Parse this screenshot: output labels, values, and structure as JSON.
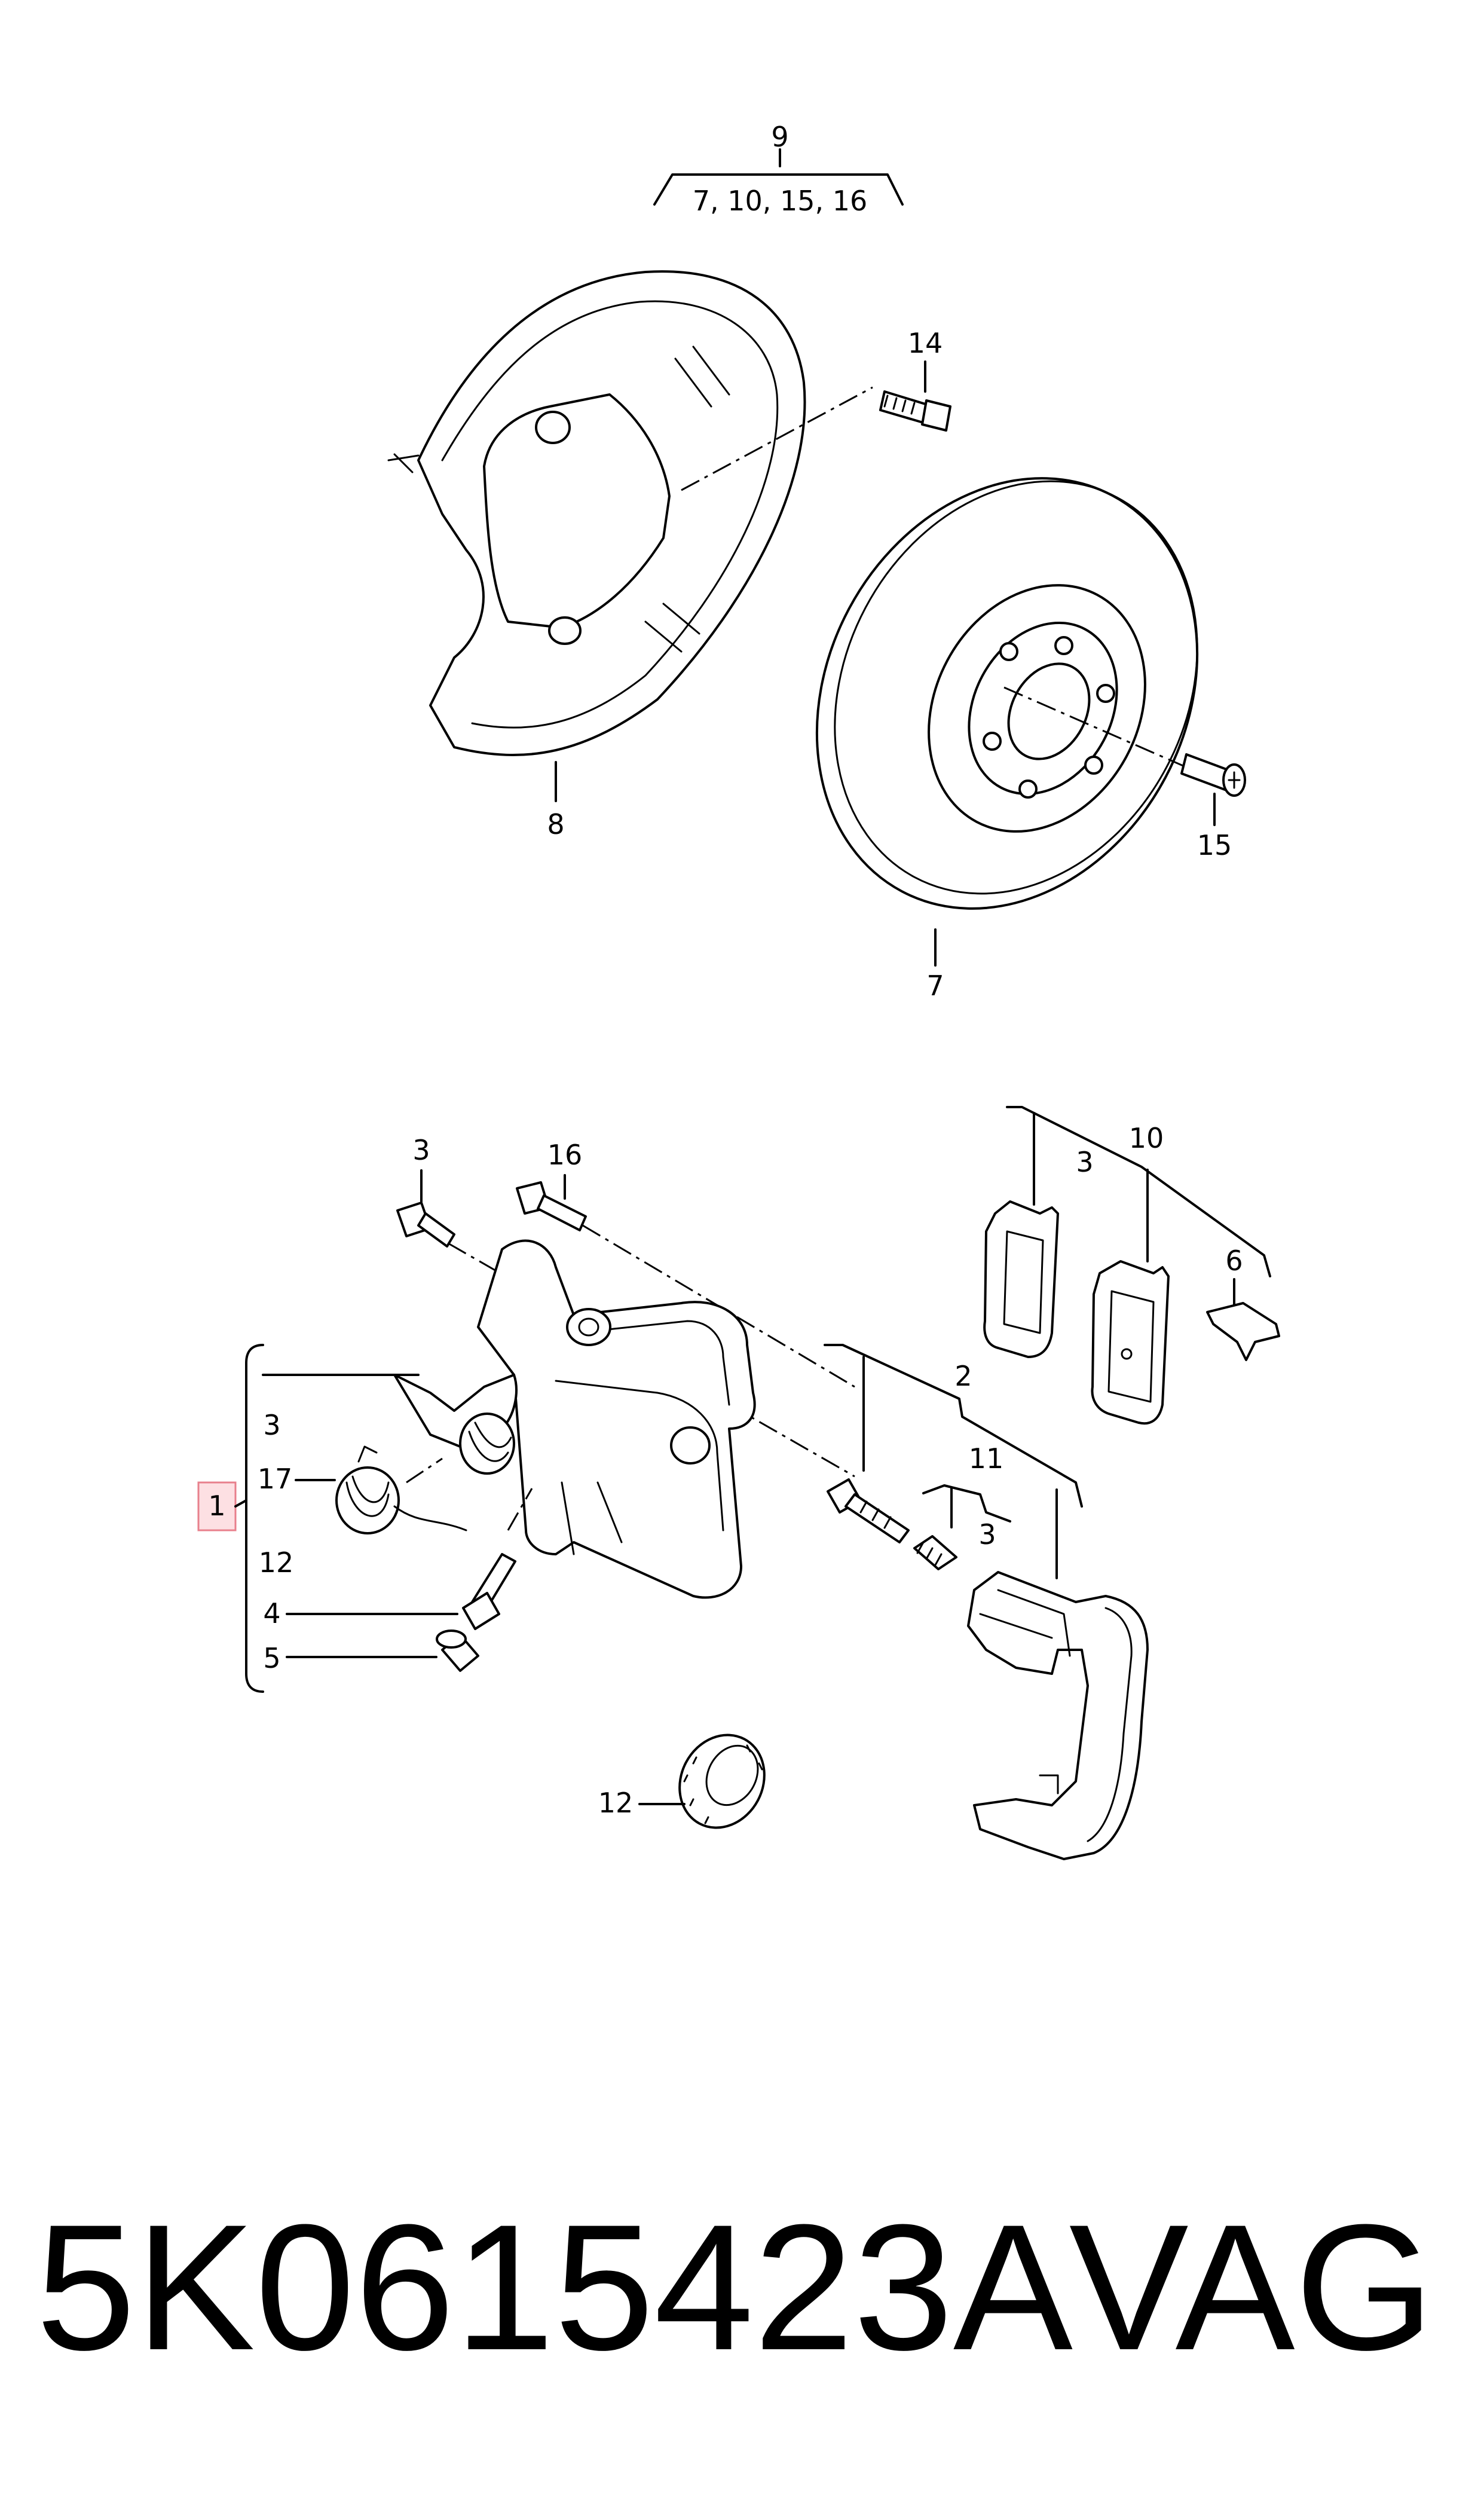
{
  "callouts": {
    "c9": "9",
    "c9_list": "7, 10, 15, 16",
    "c14": "14",
    "c8": "8",
    "c15": "15",
    "c7": "7",
    "c3_bolt": "3",
    "c16": "16",
    "c10": "10",
    "c3_pads": "3",
    "c6": "6",
    "c2": "2",
    "c11": "11",
    "c3_slide": "3",
    "c1": "1",
    "c3_group": "3",
    "c17": "17",
    "c12_group": "12",
    "c4": "4",
    "c5": "5",
    "c12": "12"
  },
  "footer": {
    "part_number": "5K0615423A",
    "brand": "VAG"
  },
  "colors": {
    "highlight_fill": "#fde0e3",
    "highlight_stroke": "#e8808c",
    "line": "#000000"
  }
}
